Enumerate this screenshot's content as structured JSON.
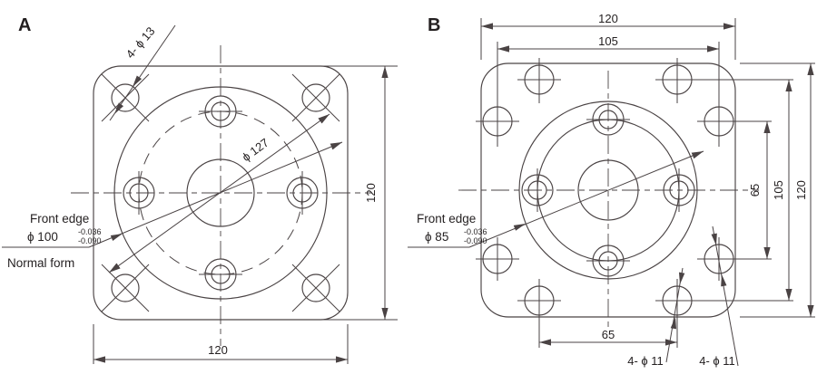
{
  "colors": {
    "line": "#4a4344",
    "text": "#231f20",
    "background": "#ffffff"
  },
  "panelA": {
    "label": "A",
    "corner_holes_note": "4- ϕ 13",
    "bolt_circle_dia": "ϕ 127",
    "front_edge_label": "Front edge",
    "front_edge_dia": "ϕ 100",
    "tol_upper": "-0.036",
    "tol_lower": "-0.090",
    "normal_form_label": "Normal form",
    "dim_width_bottom": "120",
    "dim_height_right": "120"
  },
  "panelB": {
    "label": "B",
    "dim_width_top": "120",
    "dim_pitch_top": "105",
    "front_edge_label": "Front edge",
    "front_edge_dia": "ϕ 85",
    "tol_upper": "-0.036",
    "tol_lower": "-0.090",
    "dim_pitch_right_inner": "65",
    "dim_pitch_right_mid": "105",
    "dim_height_right": "120",
    "dim_pitch_bottom": "65",
    "holes_note_left": "4- ϕ 11",
    "holes_note_right": "4- ϕ 11"
  }
}
